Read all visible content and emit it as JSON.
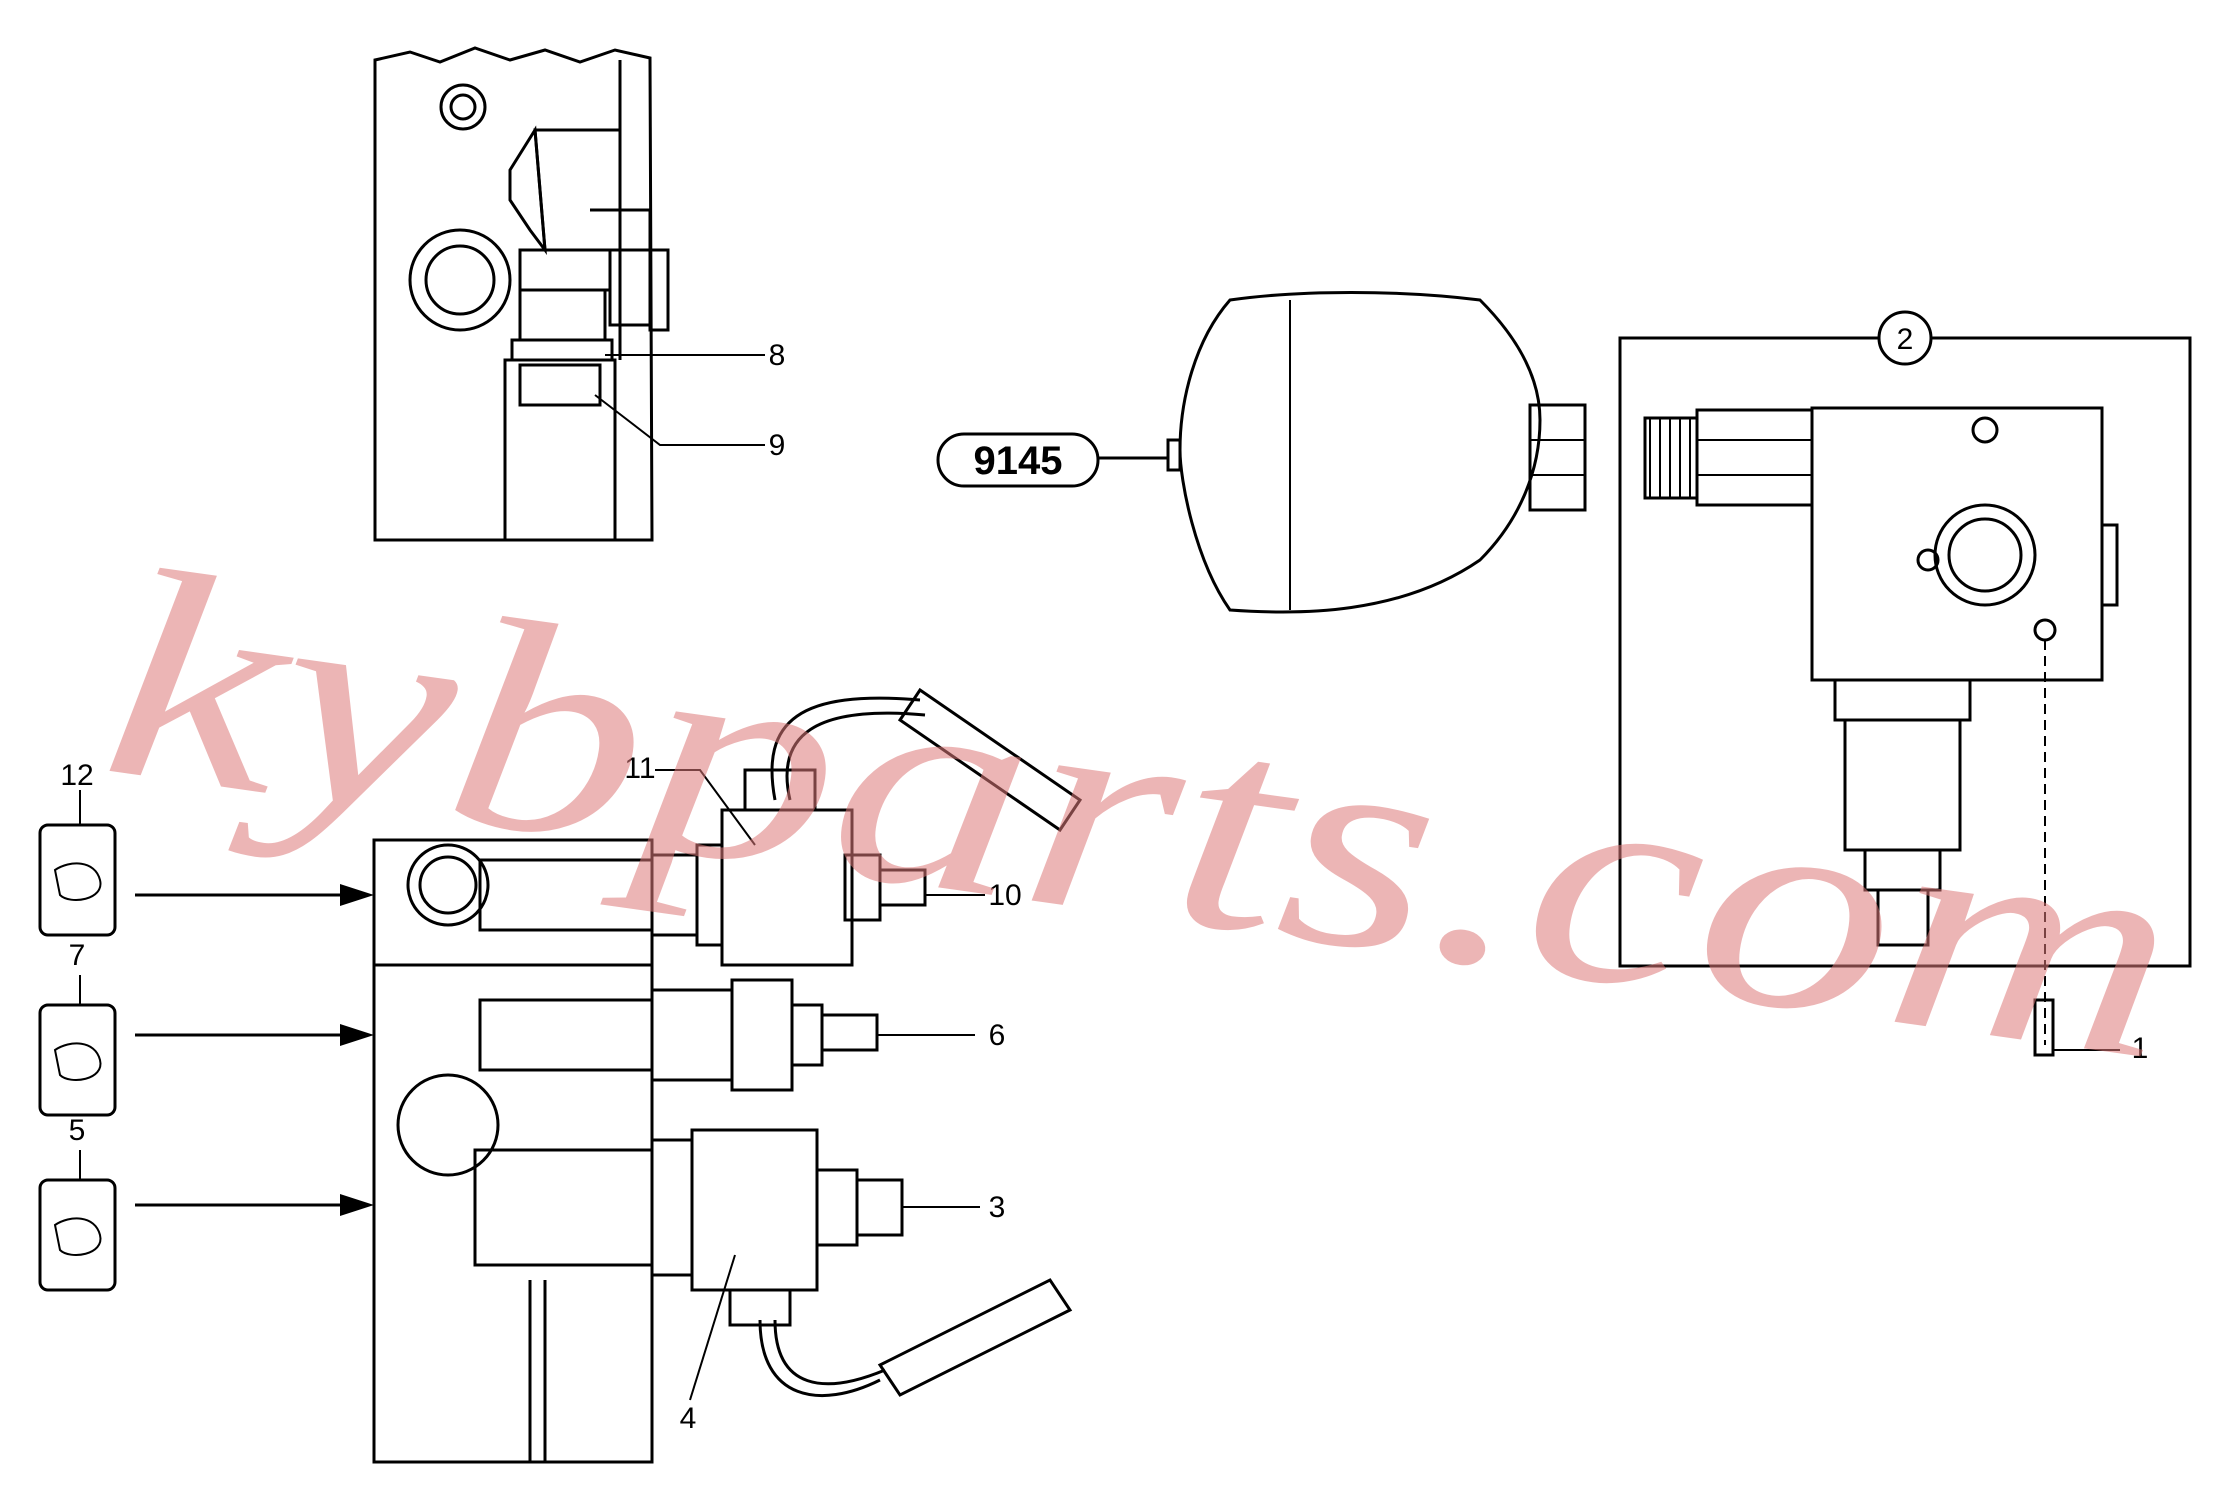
{
  "callouts": {
    "c1": "1",
    "c2": "2",
    "c3": "3",
    "c4": "4",
    "c5": "5",
    "c6": "6",
    "c7": "7",
    "c8": "8",
    "c9": "9",
    "c10": "10",
    "c11": "11",
    "c12": "12"
  },
  "reference_badge": "9145",
  "watermark": "kybparts.com",
  "colors": {
    "line": "#000000",
    "watermark": "#e08080",
    "background": "#ffffff"
  }
}
